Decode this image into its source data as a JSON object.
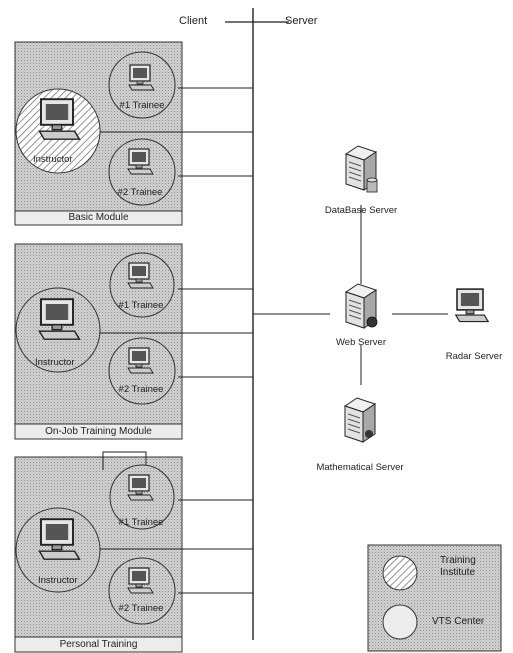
{
  "header": {
    "client_label": "Client",
    "server_label": "Server"
  },
  "modules": [
    {
      "name": "Basic Module",
      "instructor": "Instructor",
      "trainee1": "#1 Trainee",
      "trainee2": "#2 Trainee"
    },
    {
      "name": "On-Job Training Module",
      "instructor": "Instructor",
      "trainee1": "#1 Trainee",
      "trainee2": "#2 Trainee"
    },
    {
      "name": "Personal Training",
      "instructor": "Instructor",
      "trainee1": "#1 Trainee",
      "trainee2": "#2 Trainee"
    }
  ],
  "servers": {
    "database": "DataBase Server",
    "web": "Web Server",
    "radar": "Radar Server",
    "math": "Mathematical Server"
  },
  "legend": {
    "training_institute": "Training Institute",
    "vts_center": "VTS Center"
  }
}
